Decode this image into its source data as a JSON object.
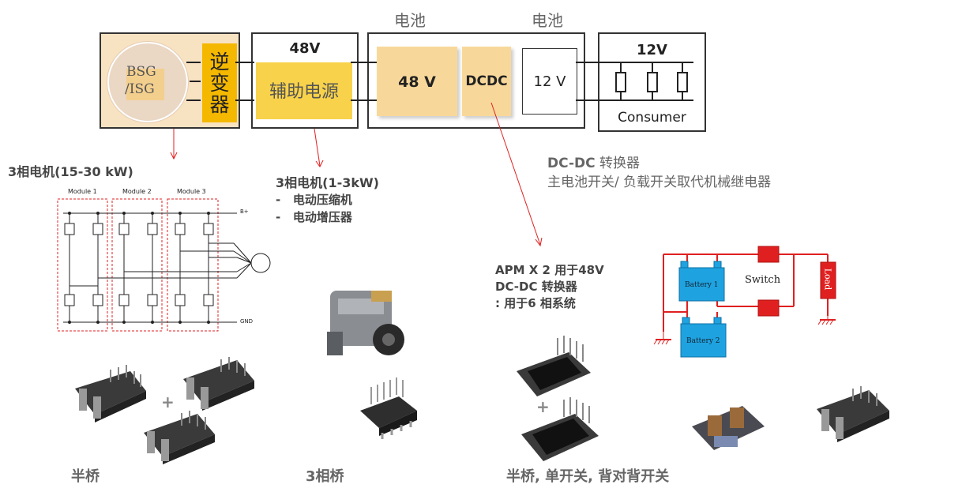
{
  "top_labels": {
    "battery_left": "电池",
    "battery_right": "电池"
  },
  "blocks": {
    "motor": {
      "label_line1": "BSG",
      "label_line2": "/ISG",
      "inverter": "逆变器"
    },
    "aux": {
      "voltage": "48V",
      "title": "辅助电源"
    },
    "battery48": {
      "label": "48 V"
    },
    "dcdc": {
      "label": "DCDC"
    },
    "battery12": {
      "label": "12 V"
    },
    "consumer": {
      "voltage": "12V",
      "label": "Consumer"
    }
  },
  "annotations": {
    "motor_left": "3相电机(15-30 kW)",
    "motor_right": {
      "title": "3相电机(1-3kW)",
      "items": [
        "-   电动压缩机",
        "-   电动增压器"
      ]
    },
    "dcdc": {
      "title": "DC-DC",
      "title_rest": " 转换器",
      "subtitle": "主电池开关/ 负载开关取代机械继电器"
    },
    "apm": [
      "APM X 2 用于48V",
      "DC-DC 转换器",
      ": 用于6 相系统"
    ]
  },
  "schematic": {
    "modules": [
      "Module 1",
      "Module 2",
      "Module 3"
    ],
    "bplus": "B+",
    "gnd": "GND"
  },
  "switch_diagram": {
    "battery1": "Battery 1",
    "battery2": "Battery 2",
    "switch": "Switch",
    "load": "Load"
  },
  "plus_signs": [
    "+",
    "+"
  ],
  "captions": {
    "half_bridge": "半桥",
    "three_phase": "3相桥",
    "switches": "半桥, 单开关, 背对背开关"
  },
  "colors": {
    "peach": "#f8d89a",
    "inverter": "#f5b800",
    "aux": "#f8d24a",
    "red": "#e02020",
    "battery": "#1fa3e0"
  }
}
